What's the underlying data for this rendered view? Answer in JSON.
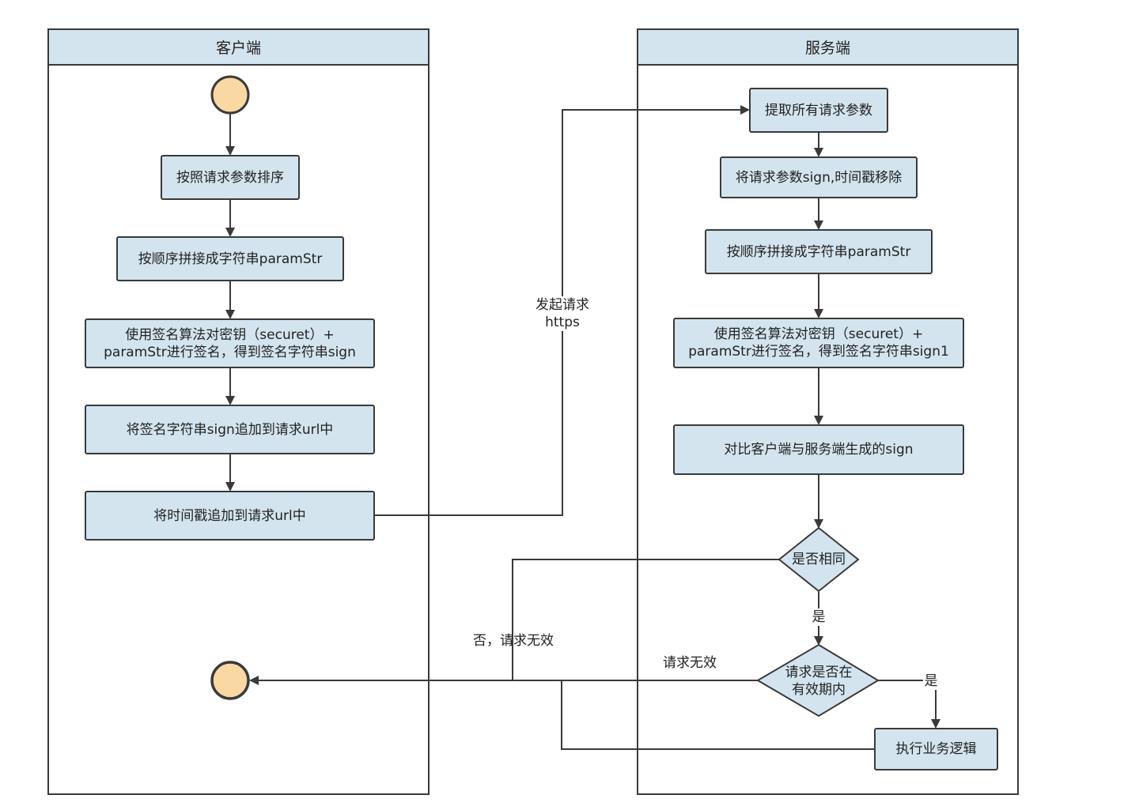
{
  "lanes": {
    "client": "客户端",
    "server": "服务端"
  },
  "client_steps": {
    "sort": "按照请求参数排序",
    "concat": "按顺序拼接成字符串paramStr",
    "sign": "使用签名算法对密钥（securet）+\nparamStr进行签名，得到签名字符串sign",
    "append_sign": "将签名字符串sign追加到请求url中",
    "append_ts": "将时间戳追加到请求url中"
  },
  "server_steps": {
    "extract": "提取所有请求参数",
    "remove": "将请求参数sign,时间戳移除",
    "concat": "按顺序拼接成字符串paramStr",
    "sign": "使用签名算法对密钥（securet）+\nparamStr进行签名，得到签名字符串sign1",
    "compare": "对比客户端与服务端生成的sign",
    "execute": "执行业务逻辑"
  },
  "decisions": {
    "same": "是否相同",
    "valid": "请求是否在\n有效期内"
  },
  "edge_labels": {
    "request": "发起请求\nhttps",
    "no_invalid": "否，请求无效",
    "invalid": "请求无效",
    "yes_same": "是",
    "yes_valid": "是"
  },
  "colors": {
    "box_fill": "#d3e4ef",
    "node_fill": "#fad8a3",
    "stroke": "#3a3a3a"
  }
}
